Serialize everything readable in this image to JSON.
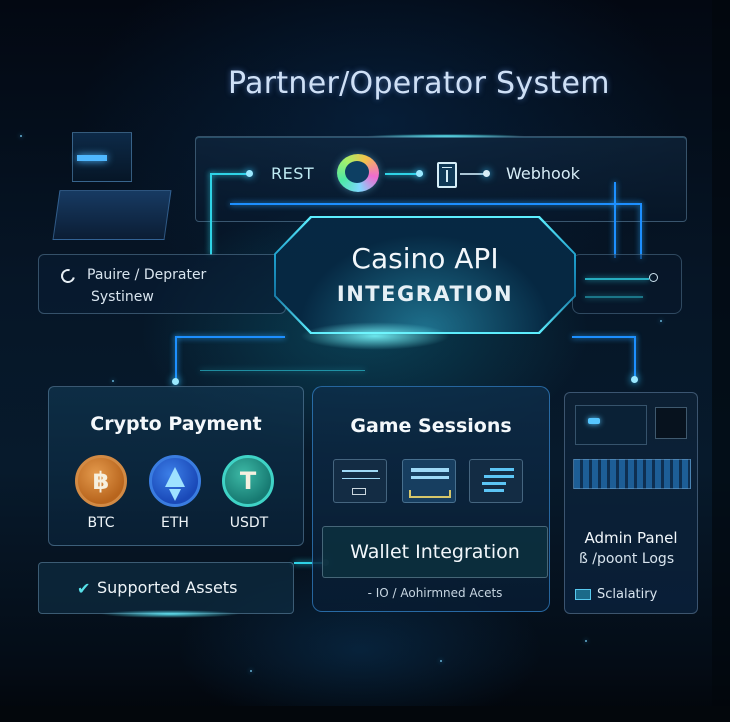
{
  "title": "Partner/Operator System",
  "connectivity": {
    "rest_label": "REST",
    "webhook_label": "Webhook"
  },
  "partner_box": {
    "line1": "Pauire / Deprater",
    "line2": "Systinew"
  },
  "core": {
    "title": "Casino API",
    "subtitle": "INTEGRATION"
  },
  "crypto_payment": {
    "title": "Crypto Payment",
    "coins": [
      {
        "symbol": "BTC",
        "glyph": "฿",
        "color": "#c9772c"
      },
      {
        "symbol": "ETH",
        "glyph": "",
        "color": "#2a62d2"
      },
      {
        "symbol": "USDT",
        "glyph": "T",
        "color": "#1f9187"
      }
    ],
    "supported_assets_label": "Supported Assets"
  },
  "game_sessions": {
    "title": "Game Sessions",
    "tiles": [
      "session-tile-1",
      "session-tile-2",
      "session-tile-3"
    ]
  },
  "wallet": {
    "title": "Wallet Integration",
    "subtitle": "- IO / Aohirmned Acets"
  },
  "admin_panel": {
    "title": "Admin Panel",
    "logs_label": "ß /poont Logs",
    "scalability_label": "Sclalatiry"
  },
  "colors": {
    "background": "#061627",
    "accent_cyan": "#2fd3e6",
    "accent_blue": "#1d8fff",
    "panel_border": "#6e96b4",
    "text": "#e8f2fa"
  }
}
